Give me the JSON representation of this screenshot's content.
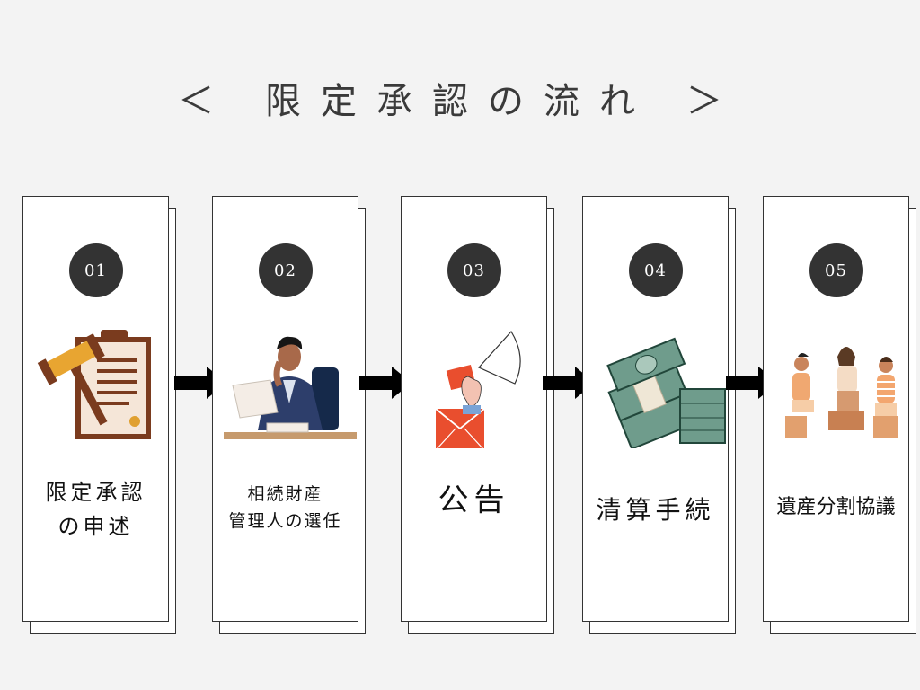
{
  "title": "＜ 限定承認の流れ ＞",
  "steps": [
    {
      "number": "01",
      "lines": [
        "限定承認",
        "の申述"
      ]
    },
    {
      "number": "02",
      "lines": [
        "相続財産",
        "管理人の選任"
      ]
    },
    {
      "number": "03",
      "lines": [
        "公告"
      ]
    },
    {
      "number": "04",
      "lines": [
        "清算手続"
      ]
    },
    {
      "number": "05",
      "lines": [
        "遺産分割協議"
      ]
    }
  ],
  "icons": [
    "gavel-document-icon",
    "businessman-phone-icon",
    "megaphone-envelope-icon",
    "money-stack-icon",
    "people-meeting-icon"
  ],
  "colors": {
    "badge": "#333333",
    "arrow": "#000000",
    "background": "#f3f3f3"
  }
}
